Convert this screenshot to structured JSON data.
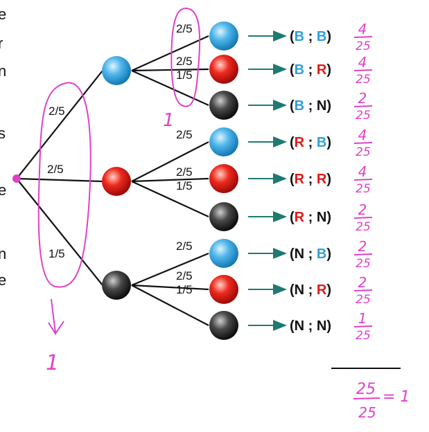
{
  "colors": {
    "B": "#2f9fd8",
    "R": "#e01818",
    "N": "#111111",
    "ink": "#e040c8",
    "arrow": "#1f7a70"
  },
  "first_level": [
    {
      "color": "B",
      "prob": "2/5"
    },
    {
      "color": "R",
      "prob": "2/5"
    },
    {
      "color": "N",
      "prob": "1/5"
    }
  ],
  "second_probs": [
    "2/5",
    "2/5",
    "1/5"
  ],
  "outcomes": [
    {
      "first": "B",
      "second": "B",
      "annotation": {
        "num": "4",
        "den": "25"
      }
    },
    {
      "first": "B",
      "second": "R",
      "annotation": {
        "num": "4",
        "den": "25"
      }
    },
    {
      "first": "B",
      "second": "N",
      "annotation": {
        "num": "2",
        "den": "25"
      }
    },
    {
      "first": "R",
      "second": "B",
      "annotation": {
        "num": "4",
        "den": "25"
      }
    },
    {
      "first": "R",
      "second": "R",
      "annotation": {
        "num": "4",
        "den": "25"
      }
    },
    {
      "first": "R",
      "second": "N",
      "annotation": {
        "num": "2",
        "den": "25"
      }
    },
    {
      "first": "N",
      "second": "B",
      "annotation": {
        "num": "2",
        "den": "25"
      }
    },
    {
      "first": "N",
      "second": "R",
      "annotation": {
        "num": "2",
        "den": "25"
      }
    },
    {
      "first": "N",
      "second": "N",
      "annotation": {
        "num": "1",
        "den": "25"
      }
    }
  ],
  "handwritten": {
    "circle_label": "1",
    "arrow_label": "1",
    "sum": {
      "num": "25",
      "den": "25",
      "result": "= 1"
    }
  },
  "margin_letters": [
    "e",
    "r",
    "n",
    "s",
    "e",
    "n",
    "e"
  ]
}
